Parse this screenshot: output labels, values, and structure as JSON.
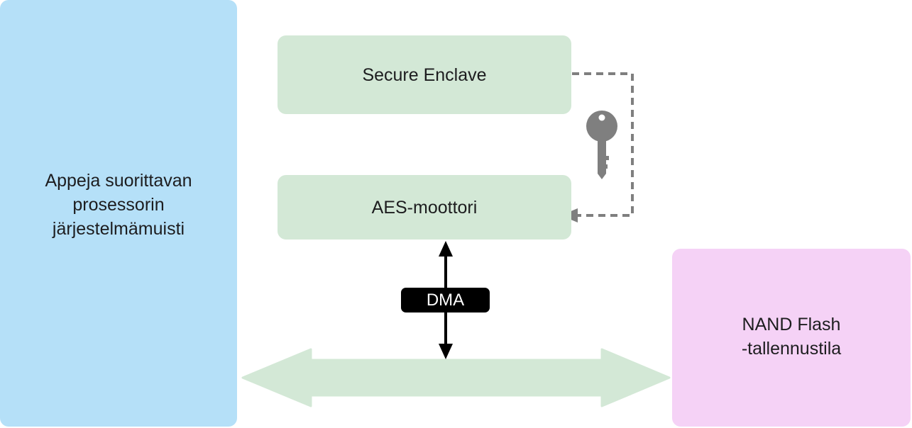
{
  "nodes": {
    "memory": {
      "label": "Appeja suorittavan\nprosessorin\njärjestelmämuisti",
      "color": "#b5e0f8"
    },
    "secure_enclave": {
      "label": "Secure Enclave",
      "color": "#d3e8d6"
    },
    "aes_engine": {
      "label": "AES-moottori",
      "color": "#d3e8d6"
    },
    "nand": {
      "label": "NAND Flash\n-tallennustila",
      "color": "#f5d2f6"
    }
  },
  "connectors": {
    "dma": {
      "label": "DMA"
    },
    "key_path": {
      "icon": "key-icon",
      "style": "dashed",
      "color": "#7f7f7f"
    },
    "bus": {
      "icon": "double-arrow-bus",
      "color": "#d3e8d6"
    }
  }
}
